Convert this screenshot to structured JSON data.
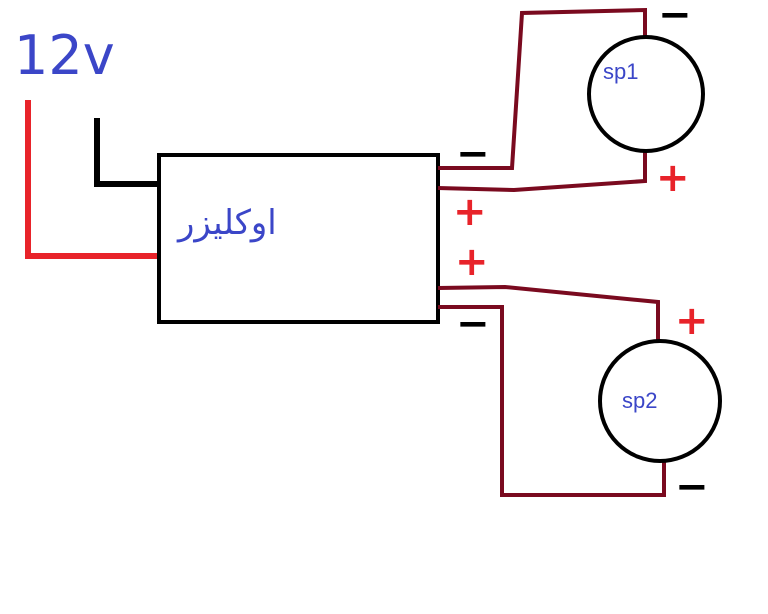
{
  "supply": {
    "label": "12v",
    "color": "#3b46c8"
  },
  "module": {
    "label": "اوکلیزر",
    "label_color": "#3b46c8"
  },
  "speakers": [
    {
      "label": "sp1",
      "label_color": "#3b46c8"
    },
    {
      "label": "sp2",
      "label_color": "#3b46c8"
    }
  ],
  "polarity": {
    "plus": "+",
    "minus": "−",
    "plus_color": "#e8232a",
    "minus_color": "#000000"
  },
  "wire_colors": {
    "positive": "#e8232a",
    "ground": "#000000",
    "speaker": "#7a0a1f"
  }
}
